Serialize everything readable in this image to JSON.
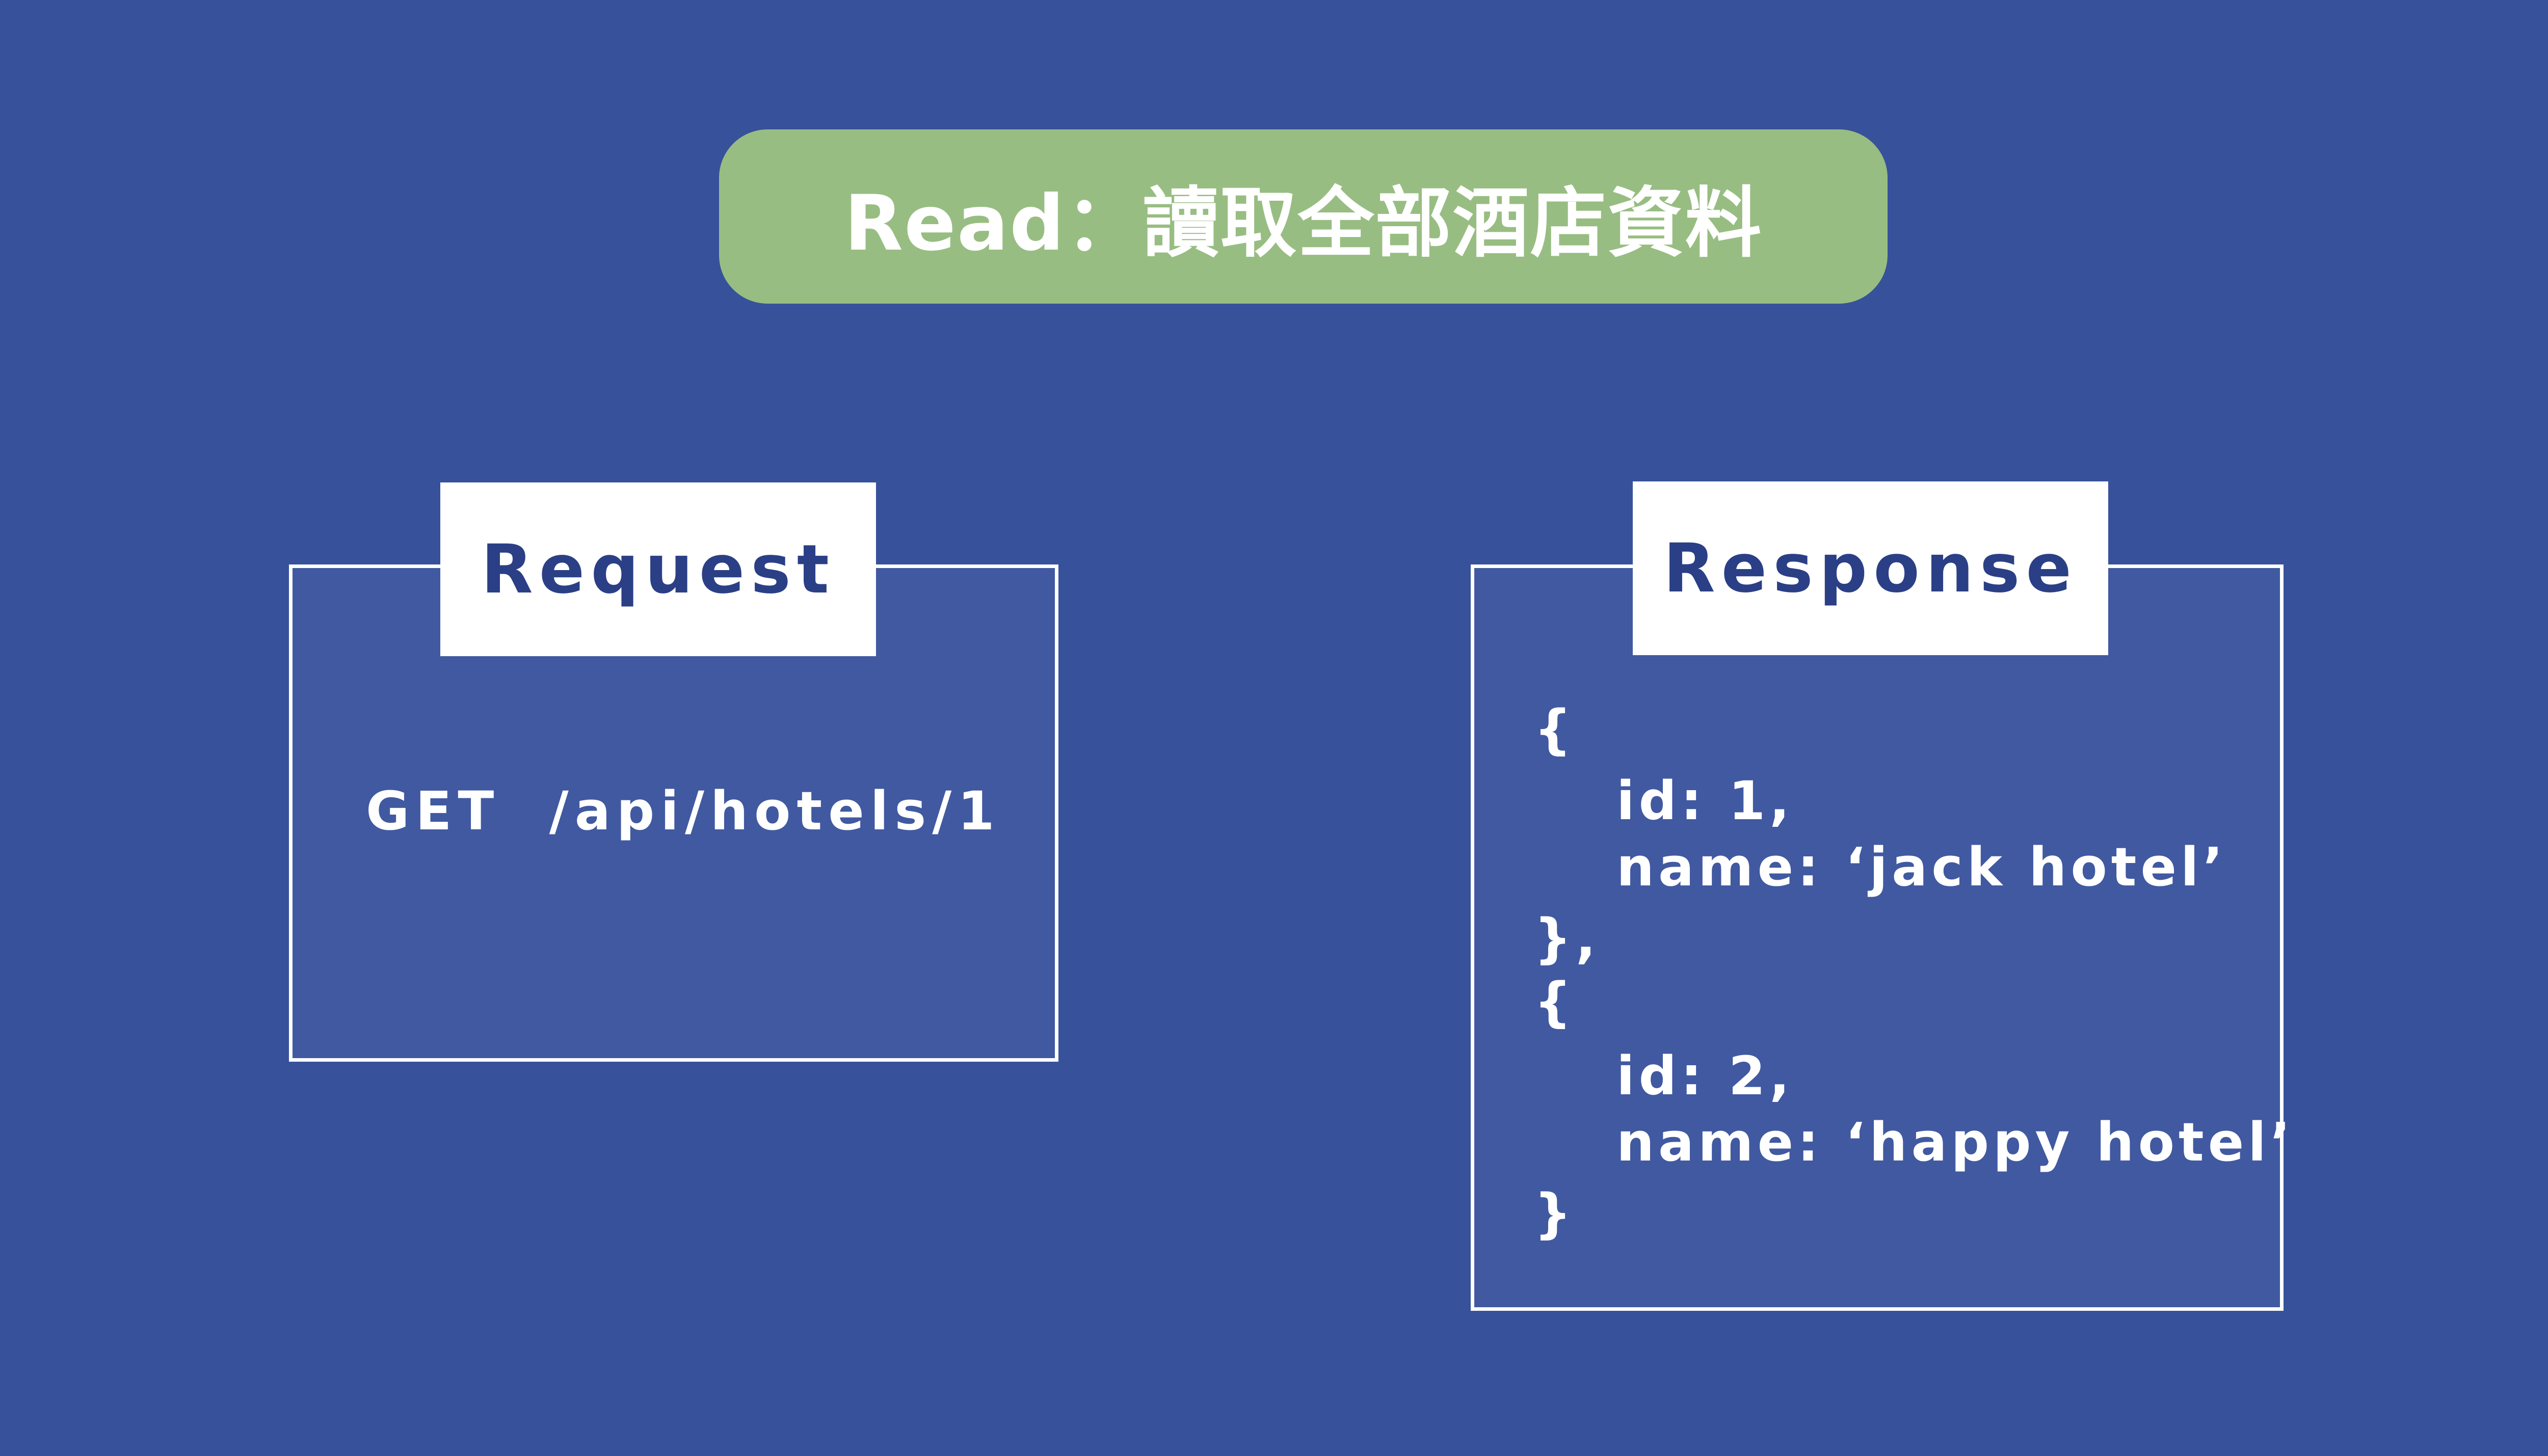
{
  "title": "Read：讀取全部酒店資料",
  "request": {
    "label": "Request",
    "line": "GET  /api/hotels/1"
  },
  "response": {
    "label": "Response",
    "lines": [
      "{",
      "id: 1,",
      "name: ‘jack hotel’",
      "},",
      "{",
      "id: 2,",
      "name: ‘happy hotel’",
      "}"
    ]
  },
  "colors": {
    "background": "#37519b",
    "panel": "#4059a1",
    "title_pill": "#98bd82",
    "label_text": "#2b3f86",
    "text": "#ffffff"
  }
}
